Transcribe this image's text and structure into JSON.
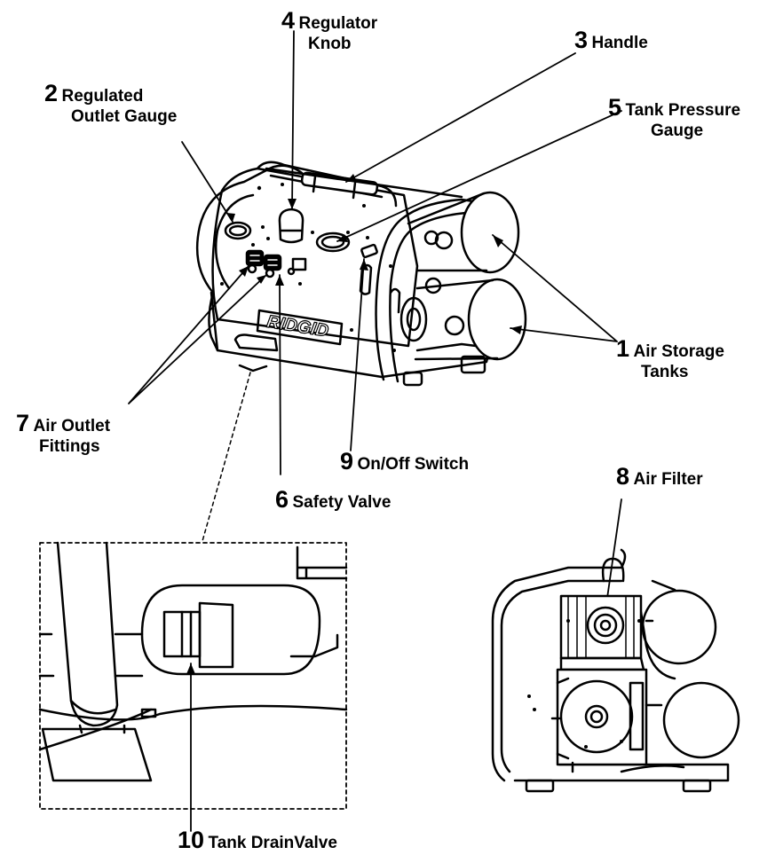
{
  "callouts": {
    "c1": {
      "num": "1",
      "line1": "Air Storage",
      "line2": "Tanks"
    },
    "c2": {
      "num": "2",
      "line1": "Regulated",
      "line2": "Outlet Gauge"
    },
    "c3": {
      "num": "3",
      "line1": "Handle"
    },
    "c4": {
      "num": "4",
      "line1": "Regulator",
      "line2": "Knob"
    },
    "c5": {
      "num": "5",
      "line1": "Tank Pressure",
      "line2": "Gauge"
    },
    "c6": {
      "num": "6",
      "line1": "Safety Valve"
    },
    "c7": {
      "num": "7",
      "line1": "Air Outlet",
      "line2": "Fittings"
    },
    "c8": {
      "num": "8",
      "line1": "Air Filter"
    },
    "c9": {
      "num": "9",
      "line1": "On/Off Switch"
    },
    "c10": {
      "num": "10",
      "line1": "Tank DrainValve"
    }
  },
  "brand": "RIDGID"
}
